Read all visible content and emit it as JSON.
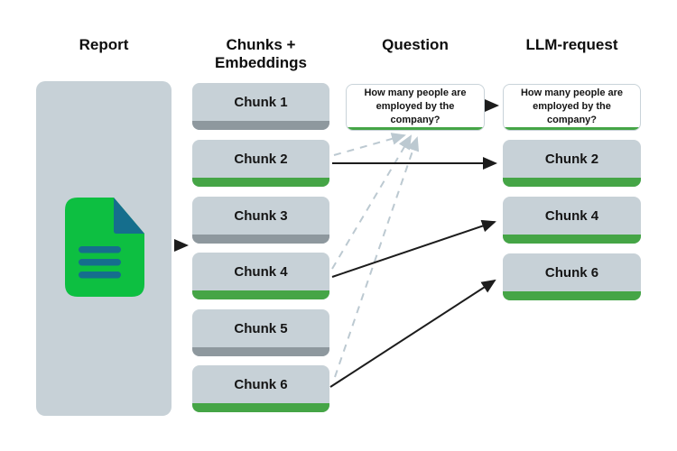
{
  "headings": {
    "report": "Report",
    "chunks": "Chunks +\nEmbeddings",
    "question": "Question",
    "llm": "LLM-request"
  },
  "report": {
    "icon": "document-icon"
  },
  "chunks": {
    "items": [
      {
        "label": "Chunk 1",
        "embedding_bar": "gray"
      },
      {
        "label": "Chunk 2",
        "embedding_bar": "green"
      },
      {
        "label": "Chunk 3",
        "embedding_bar": "gray"
      },
      {
        "label": "Chunk 4",
        "embedding_bar": "green"
      },
      {
        "label": "Chunk 5",
        "embedding_bar": "gray"
      },
      {
        "label": "Chunk 6",
        "embedding_bar": "green"
      }
    ]
  },
  "question": {
    "text": "How many people are\nemployed by the company?"
  },
  "llm_request": {
    "question_text": "How many people are\nemployed by the company?",
    "items": [
      {
        "label": "Chunk 2",
        "embedding_bar": "green"
      },
      {
        "label": "Chunk 4",
        "embedding_bar": "green"
      },
      {
        "label": "Chunk 6",
        "embedding_bar": "green"
      }
    ]
  },
  "connections": {
    "solid_arrows": [
      "report -> chunks",
      "question -> llm-request",
      "chunk-2 -> llm-chunk-2",
      "chunk-4 -> llm-chunk-4",
      "chunk-6 -> llm-chunk-6"
    ],
    "dashed_links": [
      "chunk-2 -> question",
      "chunk-4 -> question",
      "chunk-6 -> question"
    ]
  },
  "colors": {
    "box_gray": "#c7d1d7",
    "bar_gray": "#8e989e",
    "bar_green": "#45a546",
    "doc_green": "#0dbf41",
    "doc_teal": "#156e8d",
    "dashed_link": "#bcc9d1",
    "arrow_black": "#1c1c1c",
    "background": "#ffffff"
  }
}
